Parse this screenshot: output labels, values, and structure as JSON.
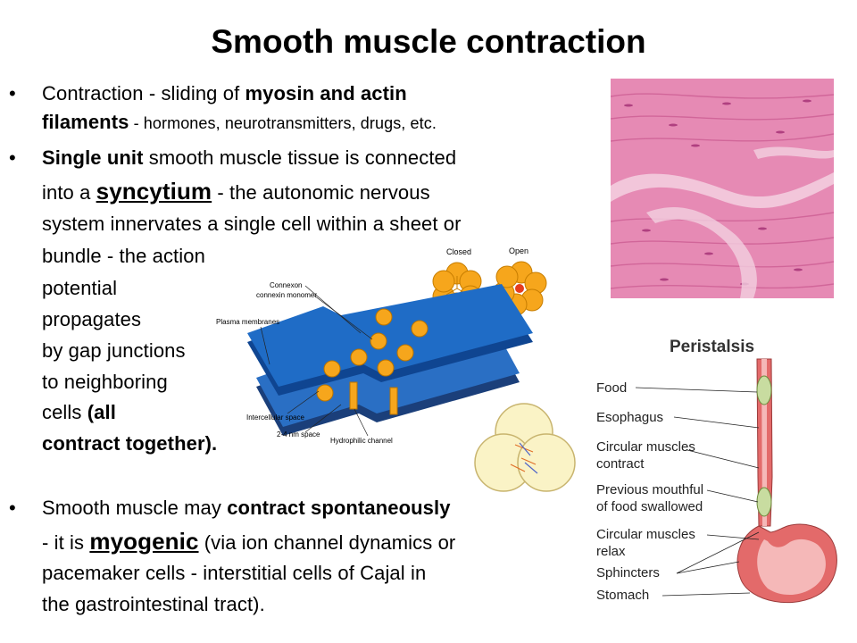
{
  "title": "Smooth muscle contraction",
  "bullet1": {
    "l1_a": "Contraction - sliding of ",
    "l1_b": "myosin and actin",
    "l2_a": "filaments",
    "l2_b": " - hormones, neurotransmitters, drugs, etc."
  },
  "bullet2": {
    "l1_a": "Single unit",
    "l1_b": " smooth muscle tissue is connected",
    "l2_a": "into a ",
    "l2_b": "syncytium",
    "l2_c": " - the autonomic nervous",
    "l3": "system innervates a single cell within a sheet or",
    "l4": "bundle - the action",
    "l5": "potential",
    "l6": "propagates",
    "l7": "by gap junctions",
    "l8": "to neighboring",
    "l9_a": "cells ",
    "l9_b": "(all",
    "l10": "contract together)."
  },
  "bullet3": {
    "l1_a": "Smooth muscle may ",
    "l1_b": "contract spontaneously",
    "l2_a": "- it is ",
    "l2_b": "myogenic",
    "l2_c": " (via ion channel dynamics or",
    "l3": "pacemaker cells - interstitial cells of Cajal in",
    "l4": "the gastrointestinal tract)."
  },
  "gap_figure": {
    "closed": "Closed",
    "open": "Open",
    "connexon": "Connexon",
    "connexin": "connexin monomer",
    "plasma": "Plasma membranes",
    "intercellular": "Intercellular space",
    "nm": "2-4 nm space",
    "hydrophilic": "Hydrophilic channel"
  },
  "peristalsis": {
    "title": "Peristalsis",
    "food": "Food",
    "esophagus": "Esophagus",
    "circ1": "Circular muscles",
    "contract": "contract",
    "prev1": "Previous mouthful",
    "prev2": "of food swallowed",
    "circ2": "Circular muscles",
    "relax": "relax",
    "sphincters": "Sphincters",
    "stomach": "Stomach"
  },
  "colors": {
    "membrane_blue": "#1e5fb4",
    "connexon_orange": "#f6a61c",
    "tissue_pink": "#e68ab4",
    "organ_red": "#e36a6a"
  }
}
